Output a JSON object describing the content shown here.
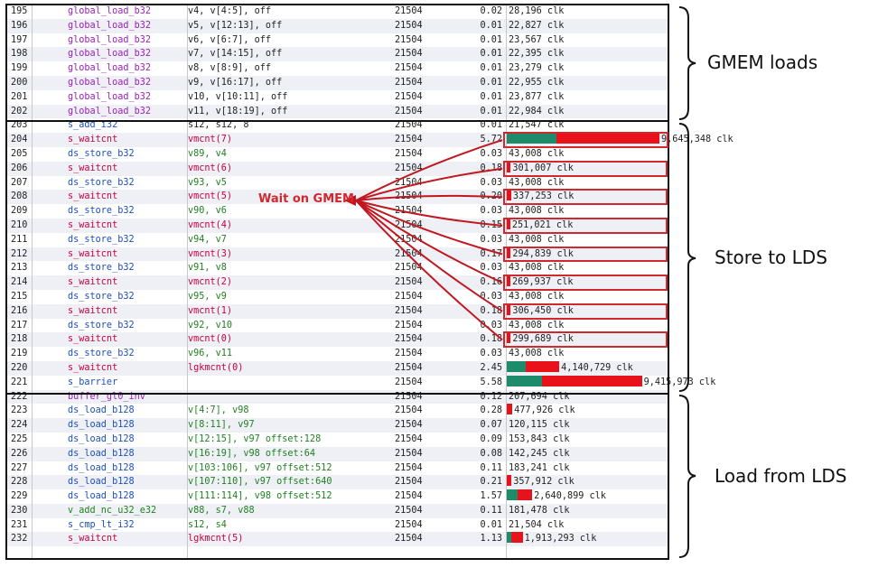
{
  "colors": {
    "bar_green": "#1e8c6a",
    "bar_red": "#e8121a",
    "highlight": "#d0282e"
  },
  "rows": [
    {
      "line": "195",
      "op": "global_load_b32",
      "op_class": "op-purple",
      "args": "v4, v[4:5], off",
      "arg_class": "arg-plain",
      "count": "21504",
      "pct": "0.02",
      "clk": "28,196 clk",
      "bar_green": 0,
      "bar_red": 0
    },
    {
      "line": "196",
      "op": "global_load_b32",
      "op_class": "op-purple",
      "args": "v5, v[12:13], off",
      "arg_class": "arg-plain",
      "count": "21504",
      "pct": "0.01",
      "clk": "22,827 clk",
      "bar_green": 0,
      "bar_red": 0
    },
    {
      "line": "197",
      "op": "global_load_b32",
      "op_class": "op-purple",
      "args": "v6, v[6:7], off",
      "arg_class": "arg-plain",
      "count": "21504",
      "pct": "0.01",
      "clk": "23,567 clk",
      "bar_green": 0,
      "bar_red": 0
    },
    {
      "line": "198",
      "op": "global_load_b32",
      "op_class": "op-purple",
      "args": "v7, v[14:15], off",
      "arg_class": "arg-plain",
      "count": "21504",
      "pct": "0.01",
      "clk": "22,395 clk",
      "bar_green": 0,
      "bar_red": 0
    },
    {
      "line": "199",
      "op": "global_load_b32",
      "op_class": "op-purple",
      "args": "v8, v[8:9], off",
      "arg_class": "arg-plain",
      "count": "21504",
      "pct": "0.01",
      "clk": "23,279 clk",
      "bar_green": 0,
      "bar_red": 0
    },
    {
      "line": "200",
      "op": "global_load_b32",
      "op_class": "op-purple",
      "args": "v9, v[16:17], off",
      "arg_class": "arg-plain",
      "count": "21504",
      "pct": "0.01",
      "clk": "22,955 clk",
      "bar_green": 0,
      "bar_red": 0
    },
    {
      "line": "201",
      "op": "global_load_b32",
      "op_class": "op-purple",
      "args": "v10, v[10:11], off",
      "arg_class": "arg-plain",
      "count": "21504",
      "pct": "0.01",
      "clk": "23,877 clk",
      "bar_green": 0,
      "bar_red": 0
    },
    {
      "line": "202",
      "op": "global_load_b32",
      "op_class": "op-purple",
      "args": "v11, v[18:19], off",
      "arg_class": "arg-plain",
      "count": "21504",
      "pct": "0.01",
      "clk": "22,984 clk",
      "bar_green": 0,
      "bar_red": 0
    },
    {
      "line": "203",
      "op": "s_add_i32",
      "op_class": "op-blue",
      "args": "s12, s12, 8",
      "arg_class": "arg-plain",
      "count": "21504",
      "pct": "0.01",
      "clk": "21,547 clk",
      "bar_green": 0,
      "bar_red": 0
    },
    {
      "line": "204",
      "op": "s_waitcnt",
      "op_class": "op-red",
      "args": "vmcnt(7)",
      "arg_class": "arg-red",
      "count": "21504",
      "pct": "5.72",
      "clk": "9,645,348 clk",
      "bar_green": 0.31,
      "bar_red": 0.65
    },
    {
      "line": "205",
      "op": "ds_store_b32",
      "op_class": "op-blue",
      "args": "v89, v4",
      "arg_class": "",
      "count": "21504",
      "pct": "0.03",
      "clk": "43,008 clk",
      "bar_green": 0,
      "bar_red": 0
    },
    {
      "line": "206",
      "op": "s_waitcnt",
      "op_class": "op-red",
      "args": "vmcnt(6)",
      "arg_class": "arg-red",
      "count": "21504",
      "pct": "0.18",
      "clk": "301,007 clk",
      "bar_green": 0,
      "bar_red": 0.025
    },
    {
      "line": "207",
      "op": "ds_store_b32",
      "op_class": "op-blue",
      "args": "v93, v5",
      "arg_class": "",
      "count": "21504",
      "pct": "0.03",
      "clk": "43,008 clk",
      "bar_green": 0,
      "bar_red": 0
    },
    {
      "line": "208",
      "op": "s_waitcnt",
      "op_class": "op-red",
      "args": "vmcnt(5)",
      "arg_class": "arg-red",
      "count": "21504",
      "pct": "0.20",
      "clk": "337,253 clk",
      "bar_green": 0,
      "bar_red": 0.028
    },
    {
      "line": "209",
      "op": "ds_store_b32",
      "op_class": "op-blue",
      "args": "v90, v6",
      "arg_class": "",
      "count": "21504",
      "pct": "0.03",
      "clk": "43,008 clk",
      "bar_green": 0,
      "bar_red": 0
    },
    {
      "line": "210",
      "op": "s_waitcnt",
      "op_class": "op-red",
      "args": "vmcnt(4)",
      "arg_class": "arg-red",
      "count": "21504",
      "pct": "0.15",
      "clk": "251,021 clk",
      "bar_green": 0,
      "bar_red": 0.022
    },
    {
      "line": "211",
      "op": "ds_store_b32",
      "op_class": "op-blue",
      "args": "v94, v7",
      "arg_class": "",
      "count": "21504",
      "pct": "0.03",
      "clk": "43,008 clk",
      "bar_green": 0,
      "bar_red": 0
    },
    {
      "line": "212",
      "op": "s_waitcnt",
      "op_class": "op-red",
      "args": "vmcnt(3)",
      "arg_class": "arg-red",
      "count": "21504",
      "pct": "0.17",
      "clk": "294,839 clk",
      "bar_green": 0,
      "bar_red": 0.025
    },
    {
      "line": "213",
      "op": "ds_store_b32",
      "op_class": "op-blue",
      "args": "v91, v8",
      "arg_class": "",
      "count": "21504",
      "pct": "0.03",
      "clk": "43,008 clk",
      "bar_green": 0,
      "bar_red": 0
    },
    {
      "line": "214",
      "op": "s_waitcnt",
      "op_class": "op-red",
      "args": "vmcnt(2)",
      "arg_class": "arg-red",
      "count": "21504",
      "pct": "0.16",
      "clk": "269,937 clk",
      "bar_green": 0,
      "bar_red": 0.023
    },
    {
      "line": "215",
      "op": "ds_store_b32",
      "op_class": "op-blue",
      "args": "v95, v9",
      "arg_class": "",
      "count": "21504",
      "pct": "0.03",
      "clk": "43,008 clk",
      "bar_green": 0,
      "bar_red": 0
    },
    {
      "line": "216",
      "op": "s_waitcnt",
      "op_class": "op-red",
      "args": "vmcnt(1)",
      "arg_class": "arg-red",
      "count": "21504",
      "pct": "0.18",
      "clk": "306,450 clk",
      "bar_green": 0,
      "bar_red": 0.025
    },
    {
      "line": "217",
      "op": "ds_store_b32",
      "op_class": "op-blue",
      "args": "v92, v10",
      "arg_class": "",
      "count": "21504",
      "pct": "0.03",
      "clk": "43,008 clk",
      "bar_green": 0,
      "bar_red": 0
    },
    {
      "line": "218",
      "op": "s_waitcnt",
      "op_class": "op-red",
      "args": "vmcnt(0)",
      "arg_class": "arg-red",
      "count": "21504",
      "pct": "0.18",
      "clk": "299,689 clk",
      "bar_green": 0,
      "bar_red": 0.025
    },
    {
      "line": "219",
      "op": "ds_store_b32",
      "op_class": "op-blue",
      "args": "v96, v11",
      "arg_class": "",
      "count": "21504",
      "pct": "0.03",
      "clk": "43,008 clk",
      "bar_green": 0,
      "bar_red": 0
    },
    {
      "line": "220",
      "op": "s_waitcnt",
      "op_class": "op-red",
      "args": "lgkmcnt(0)",
      "arg_class": "arg-red",
      "count": "21504",
      "pct": "2.45",
      "clk": "4,140,729 clk",
      "bar_green": 0.12,
      "bar_red": 0.21
    },
    {
      "line": "221",
      "op": "s_barrier",
      "op_class": "op-blue",
      "args": "",
      "arg_class": "",
      "count": "21504",
      "pct": "5.58",
      "clk": "9,415,973 clk",
      "bar_green": 0.22,
      "bar_red": 0.63
    },
    {
      "line": "222",
      "op": "buffer_gl0_inv",
      "op_class": "op-purple",
      "args": "",
      "arg_class": "",
      "count": "21504",
      "pct": "0.12",
      "clk": "207,694 clk",
      "bar_green": 0,
      "bar_red": 0
    },
    {
      "line": "223",
      "op": "ds_load_b128",
      "op_class": "op-blue",
      "args": "v[4:7], v98",
      "arg_class": "",
      "count": "21504",
      "pct": "0.28",
      "clk": "477,926 clk",
      "bar_green": 0,
      "bar_red": 0.035
    },
    {
      "line": "224",
      "op": "ds_load_b128",
      "op_class": "op-blue",
      "args": "v[8:11], v97",
      "arg_class": "",
      "count": "21504",
      "pct": "0.07",
      "clk": "120,115 clk",
      "bar_green": 0,
      "bar_red": 0
    },
    {
      "line": "225",
      "op": "ds_load_b128",
      "op_class": "op-blue",
      "args": "v[12:15], v97 offset:128",
      "arg_class": "",
      "count": "21504",
      "pct": "0.09",
      "clk": "153,843 clk",
      "bar_green": 0,
      "bar_red": 0
    },
    {
      "line": "226",
      "op": "ds_load_b128",
      "op_class": "op-blue",
      "args": "v[16:19], v98 offset:64",
      "arg_class": "",
      "count": "21504",
      "pct": "0.08",
      "clk": "142,245 clk",
      "bar_green": 0,
      "bar_red": 0
    },
    {
      "line": "227",
      "op": "ds_load_b128",
      "op_class": "op-blue",
      "args": "v[103:106], v97 offset:512",
      "arg_class": "",
      "count": "21504",
      "pct": "0.11",
      "clk": "183,241 clk",
      "bar_green": 0,
      "bar_red": 0
    },
    {
      "line": "228",
      "op": "ds_load_b128",
      "op_class": "op-blue",
      "args": "v[107:110], v97 offset:640",
      "arg_class": "",
      "count": "21504",
      "pct": "0.21",
      "clk": "357,912 clk",
      "bar_green": 0,
      "bar_red": 0.03
    },
    {
      "line": "229",
      "op": "ds_load_b128",
      "op_class": "op-blue",
      "args": "v[111:114], v98 offset:512",
      "arg_class": "",
      "count": "21504",
      "pct": "1.57",
      "clk": "2,640,899 clk",
      "bar_green": 0.07,
      "bar_red": 0.09
    },
    {
      "line": "230",
      "op": "v_add_nc_u32_e32",
      "op_class": "op-green",
      "args": "v88, s7, v88",
      "arg_class": "",
      "count": "21504",
      "pct": "0.11",
      "clk": "181,478 clk",
      "bar_green": 0,
      "bar_red": 0
    },
    {
      "line": "231",
      "op": "s_cmp_lt_i32",
      "op_class": "op-blue",
      "args": "s12, s4",
      "arg_class": "",
      "count": "21504",
      "pct": "0.01",
      "clk": "21,504 clk",
      "bar_green": 0,
      "bar_red": 0
    },
    {
      "line": "232",
      "op": "s_waitcnt",
      "op_class": "op-red",
      "args": "lgkmcnt(5)",
      "arg_class": "arg-red",
      "count": "21504",
      "pct": "1.13",
      "clk": "1,913,293 clk",
      "bar_green": 0.03,
      "bar_red": 0.07
    }
  ],
  "annotations": {
    "gmem_loads": "GMEM loads",
    "store_to_lds": "Store to LDS",
    "load_from_lds": "Load from LDS",
    "wait_on_gmem": "Wait on GMEM"
  }
}
